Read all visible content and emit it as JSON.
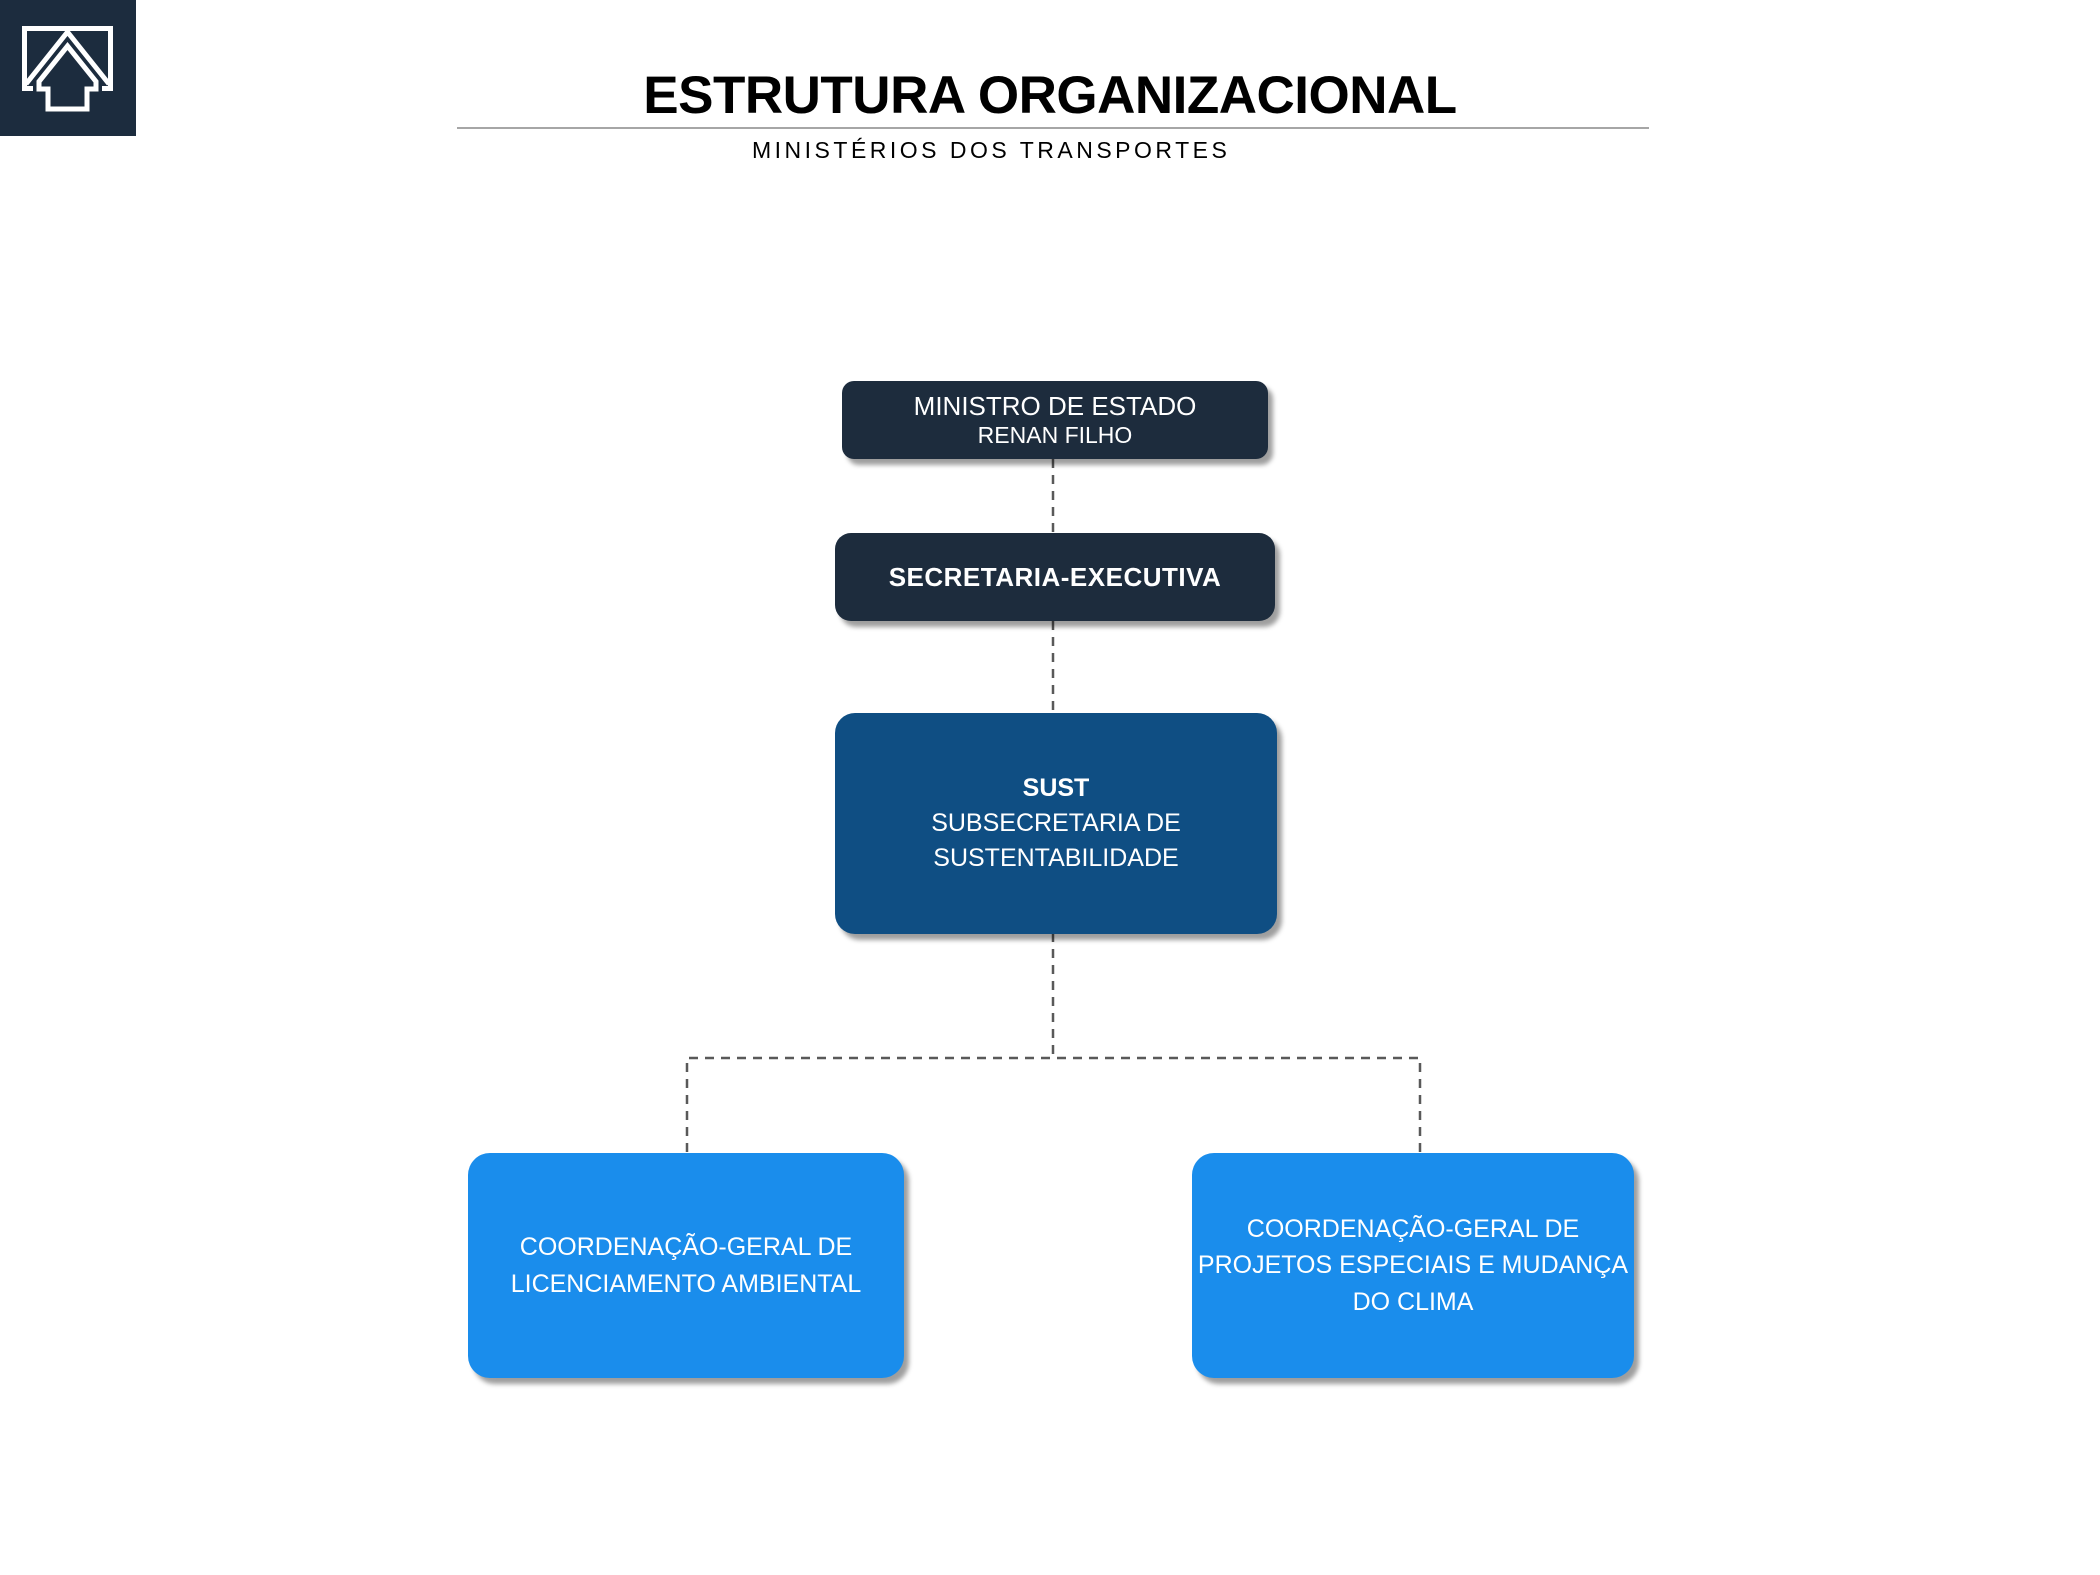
{
  "header": {
    "title": "ESTRUTURA ORGANIZACIONAL",
    "subtitle": "MINISTÉRIOS DOS TRANSPORTES",
    "text_color": "#000000",
    "divider_color": "#A6A6A6"
  },
  "logo": {
    "icon": "house-up-arrow",
    "background": "#1C2C3E",
    "glyph_color": "#FFFFFF"
  },
  "org": {
    "nodes": {
      "ministro": {
        "label": "MINISTRO DE ESTADO",
        "person": "RENAN FILHO",
        "color": "#1D2C3D",
        "text_color": "#FFFFFF"
      },
      "secretaria_executiva": {
        "label": "SECRETARIA-EXECUTIVA",
        "color": "#1D2C3D",
        "text_color": "#FFFFFF"
      },
      "sust": {
        "acronym": "SUST",
        "label_line1": "SUBSECRETARIA DE",
        "label_line2": "SUSTENTABILIDADE",
        "color": "#0F4E83",
        "text_color": "#FFFFFF"
      },
      "coord_licenciamento": {
        "label_line1": "COORDENAÇÃO-GERAL DE",
        "label_line2": "LICENCIAMENTO AMBIENTAL",
        "color": "#1A8DEC",
        "text_color": "#FFFFFF"
      },
      "coord_projetos": {
        "label_line1": "COORDENAÇÃO-GERAL DE",
        "label_line2": "PROJETOS ESPECIAIS E MUDANÇA",
        "label_line3": "DO CLIMA",
        "color": "#1A8DEC",
        "text_color": "#FFFFFF"
      }
    },
    "connector": {
      "color": "#595959",
      "style": "dashed"
    }
  }
}
